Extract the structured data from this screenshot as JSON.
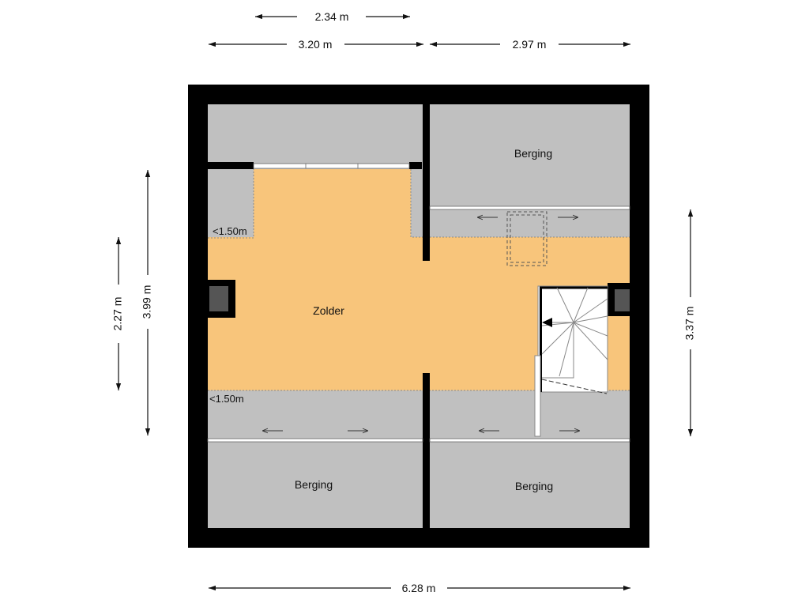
{
  "colors": {
    "wall": "#000000",
    "storage_floor": "#c0c0c0",
    "attic_floor": "#f8c57b",
    "chimney": "#555555",
    "background": "#ffffff"
  },
  "dimensions": {
    "top_inner": "2.34 m",
    "top_left": "3.20 m",
    "top_right": "2.97 m",
    "left_outer": "3.99 m",
    "left_inner": "2.27 m",
    "right": "3.37 m",
    "bottom": "6.28 m"
  },
  "rooms": {
    "zolder": "Zolder",
    "berging_top_right": "Berging",
    "berging_bottom_left": "Berging",
    "berging_bottom_right": "Berging"
  },
  "notes": {
    "height_upper": "<1.50m",
    "height_lower": "<1.50m"
  }
}
